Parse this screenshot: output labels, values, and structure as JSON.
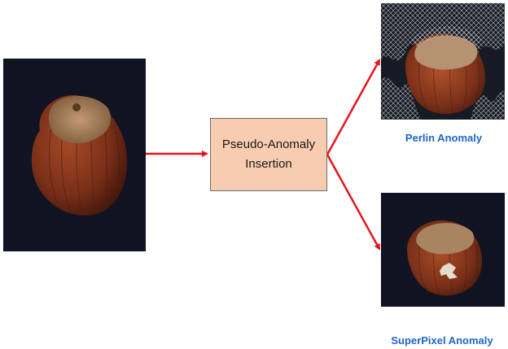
{
  "process": {
    "label": "Pseudo-Anomaly\nInsertion"
  },
  "outputs": {
    "perlin": {
      "caption": "Perlin Anomaly"
    },
    "superpixel": {
      "caption": "SuperPixel Anomaly"
    }
  },
  "colors": {
    "arrow": "#e8141b",
    "process_fill": "#f8ccb0",
    "caption_text": "#1f66c6",
    "image_background": "#0f1322",
    "hazelnut_shell": "#8a3a20",
    "hazelnut_cap": "#a98461"
  }
}
